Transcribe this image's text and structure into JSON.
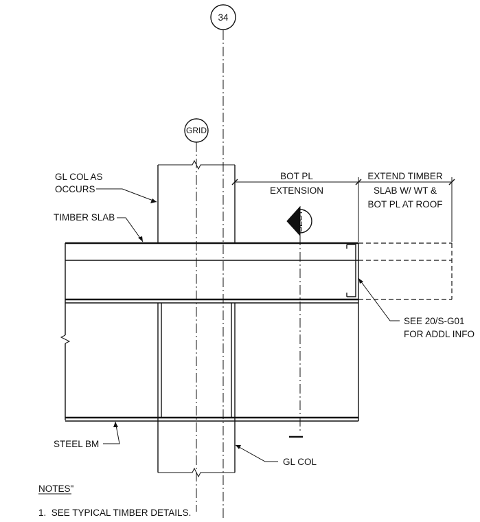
{
  "grid_bubbles": {
    "top_grid": "34",
    "column_grid": "GRID"
  },
  "section_marker": {
    "label": "SECT"
  },
  "labels": {
    "gl_col_as_occurs_line1": "GL COL AS",
    "gl_col_as_occurs_line2": "OCCURS",
    "timber_slab": "TIMBER SLAB",
    "steel_bm": "STEEL BM",
    "gl_col": "GL COL",
    "see_ref_line1": "SEE 20/S-G01",
    "see_ref_line2": "FOR ADDL INFO"
  },
  "dimensions": {
    "bot_pl_line1": "BOT PL",
    "bot_pl_line2": "EXTENSION",
    "extend_line1": "EXTEND TIMBER",
    "extend_line2": "SLAB W/ WT &",
    "extend_line3": "BOT PL AT ROOF"
  },
  "notes": {
    "heading": "NOTES\"",
    "items": [
      "1.  SEE TYPICAL TIMBER DETAILS."
    ]
  }
}
